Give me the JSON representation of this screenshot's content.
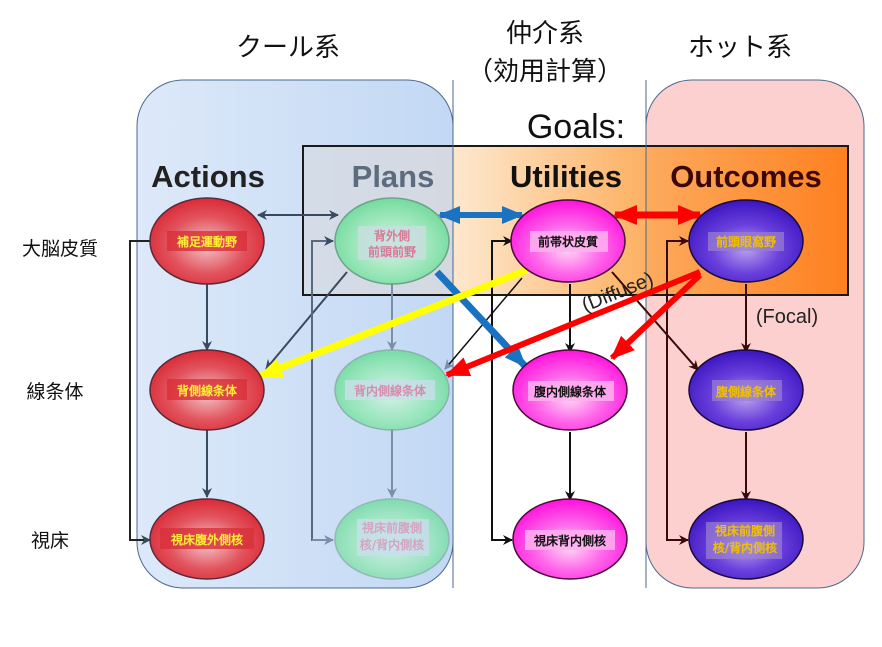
{
  "systems": {
    "cool": "クール系",
    "mediator_line1": "仲介系",
    "mediator_line2": "（効用計算）",
    "hot": "ホット系"
  },
  "goals_label": "Goals:",
  "columns": {
    "actions": "Actions",
    "plans": "Plans",
    "utilities": "Utilities",
    "outcomes": "Outcomes"
  },
  "rows": {
    "cortex": "大脳皮質",
    "striatum": "線条体",
    "thalamus": "視床"
  },
  "nodes": {
    "actions_cortex": "補足運動野",
    "actions_striatum": "背側線条体",
    "actions_thalamus": "視床腹外側核",
    "plans_cortex_1": "背外側",
    "plans_cortex_2": "前頭前野",
    "plans_striatum": "背内側線条体",
    "plans_thalamus_1": "視床前腹側",
    "plans_thalamus_2": "核/背内側核",
    "utilities_cortex": "前帯状皮質",
    "utilities_striatum": "腹内側線条体",
    "utilities_thalamus": "視床背内側核",
    "outcomes_cortex": "前頭眼窩野",
    "outcomes_striatum": "腹側線条体",
    "outcomes_thalamus_1": "視床前腹側",
    "outcomes_thalamus_2": "核/背内側核"
  },
  "annotations": {
    "diffuse": "(Diffuse)",
    "focal": "(Focal)"
  },
  "colors": {
    "cool_region": "#c5daf5",
    "hot_region": "#fdd0d0",
    "goals_gradient_start": "#fde3c8",
    "goals_gradient_end": "#ff7a10",
    "actions_node": "#e0323c",
    "plans_node": "#5fdc8c",
    "utilities_node": "#ff22dd",
    "outcomes_node": "#4422cc",
    "blue_arrow": "#1a72c0",
    "yellow_arrow": "#ffff00",
    "red_arrow": "#ff0000"
  }
}
